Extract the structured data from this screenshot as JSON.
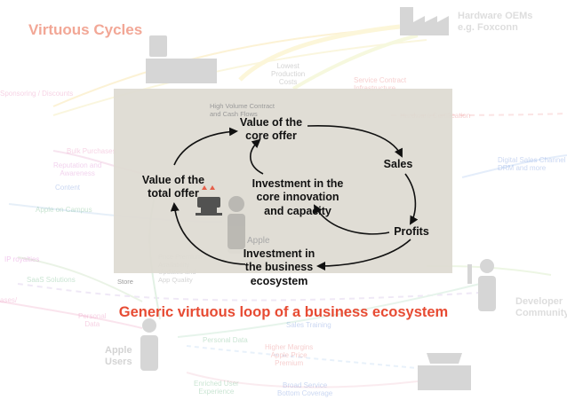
{
  "diagram": {
    "title": "Virtuous Cycles",
    "caption": "Generic virtuous loop of a business ecosystem",
    "nodes": {
      "core_offer": "Value of the\ncore offer",
      "sales": "Sales",
      "profits": "Profits",
      "investment_core": "Investment in the\ncore innovation\nand capacity",
      "investment_ecosystem": "Investment in\nthe business\necosystem",
      "total_offer": "Value of the\ntotal offer"
    },
    "background_labels": {
      "hardware_oem": "Hardware OEMs\ne.g. Foxconn",
      "lowest_costs": "Lowest\nProduction\nCosts",
      "service_contract": "Service Contract\nInfrastructure",
      "sponsoring": "Sponsoring / Discounts",
      "hardware_certification": "Hardware Certification",
      "bulk_purchases": "Bulk Purchases",
      "reputation": "Reputation and\nAwareness",
      "content": "Content",
      "digital_sales": "Digital Sales Channel\nDRM and more",
      "apple_on_campus": "Apple on Campus",
      "ip_royalties": "IP royalties",
      "saas": "SaaS Solutions",
      "price_premium": "Price Premium\nAvailability\nUpdates and\nApp Quality",
      "developer_community": "Developer\nCommunity",
      "personal_data_1": "Personal\nData",
      "personal_data_2": "Personal Data",
      "apple_users": "Apple\nUsers",
      "higher_margins": "Higher Margins\nApple Price\nPremium",
      "enriched_experience": "Enriched User\nExperience",
      "broad_service": "Broad Service\nBottom Coverage",
      "sales_training": "Sales Training",
      "apple_center": "Apple",
      "high_volume": "High Volume Contract\nand Cash Flows",
      "cases": "ases/",
      "store_label": "Store"
    },
    "colors": {
      "accent": "#e74b33",
      "node_text": "#111111",
      "panel": "#dedad2",
      "icon_gray": "#6e6e6e"
    }
  }
}
